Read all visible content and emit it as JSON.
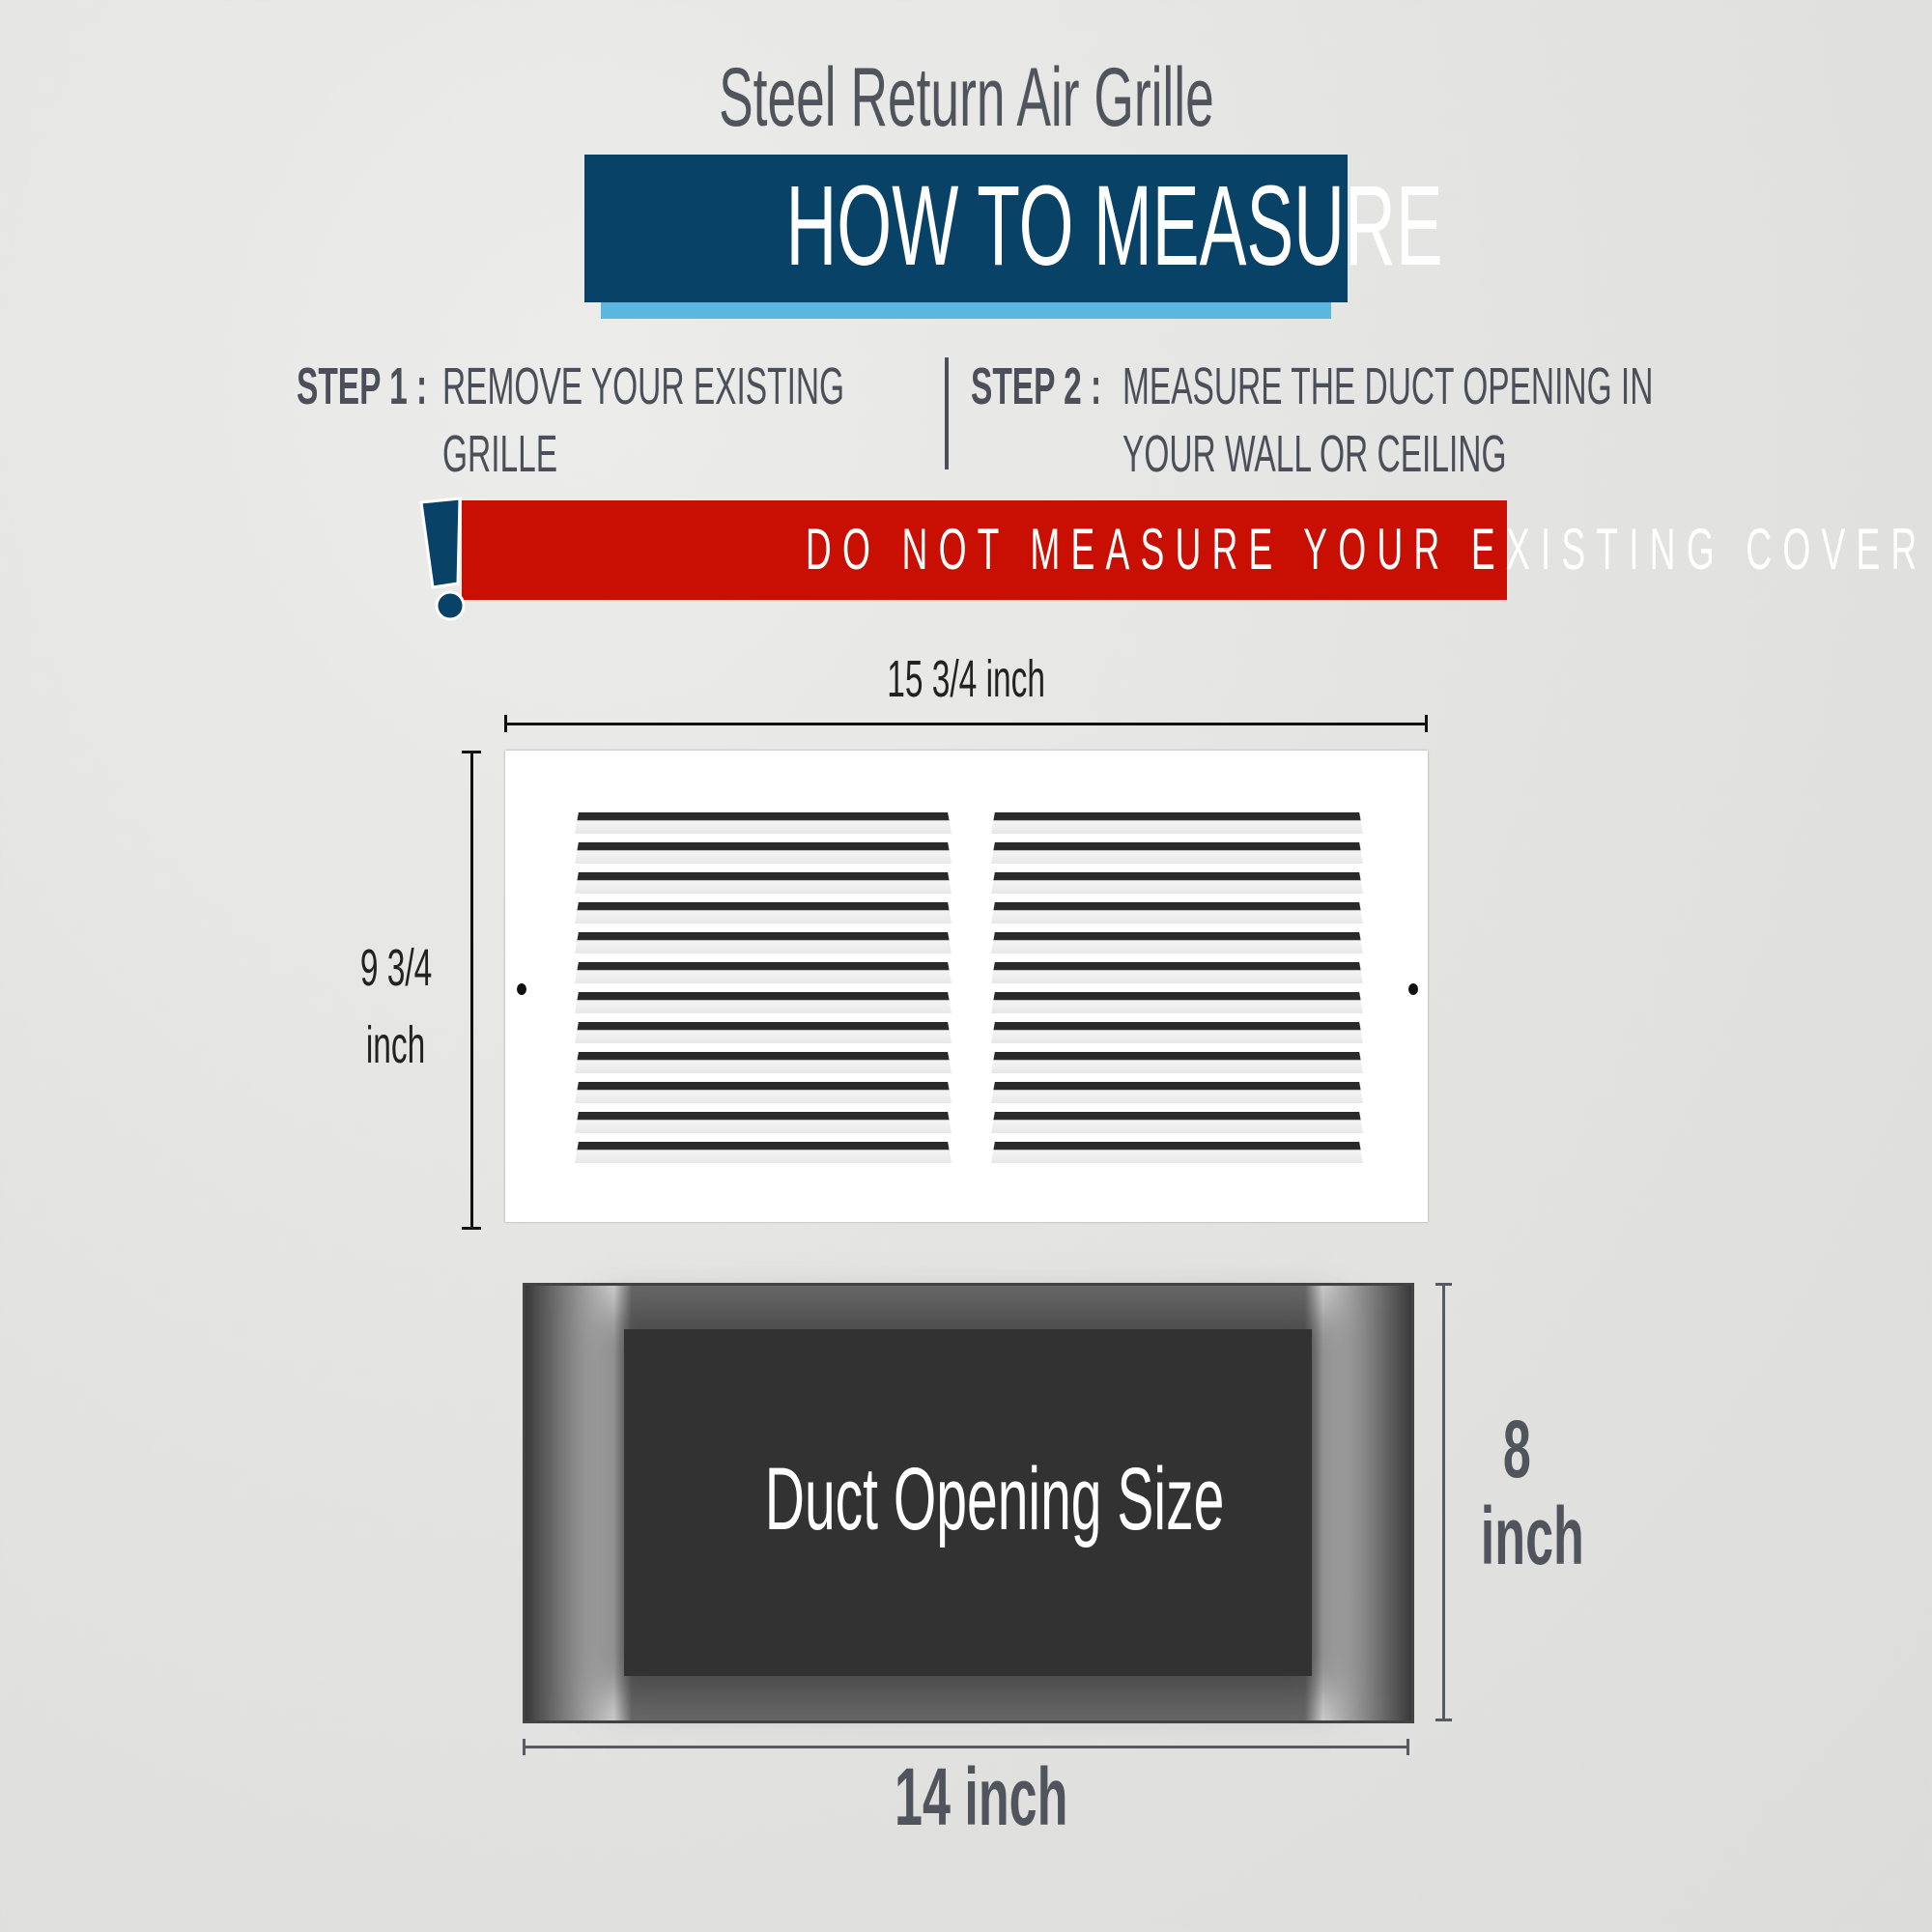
{
  "header": {
    "subtitle": "Steel Return Air Grille",
    "title": "HOW TO MEASURE"
  },
  "steps": [
    {
      "label": "STEP 1 :",
      "line1": "REMOVE YOUR EXISTING",
      "line2": "GRILLE"
    },
    {
      "label": "STEP 2 :",
      "line1": "MEASURE THE DUCT OPENING IN",
      "line2": "YOUR WALL OR CEILING"
    }
  ],
  "warning": {
    "text": "DO NOT MEASURE YOUR EXISTING COVER",
    "icon": "exclamation-icon"
  },
  "grille": {
    "width_label": "15 3/4 inch",
    "height_value": "9 3/4",
    "height_unit": "inch",
    "louvers_per_column": 12
  },
  "duct": {
    "label": "Duct Opening Size",
    "height_value": "8",
    "height_unit": "inch",
    "width_label": "14 inch"
  },
  "colors": {
    "banner": "#084266",
    "banner_shadow": "#5ab7df",
    "warning": "#c90e02",
    "text": "#50555d"
  }
}
